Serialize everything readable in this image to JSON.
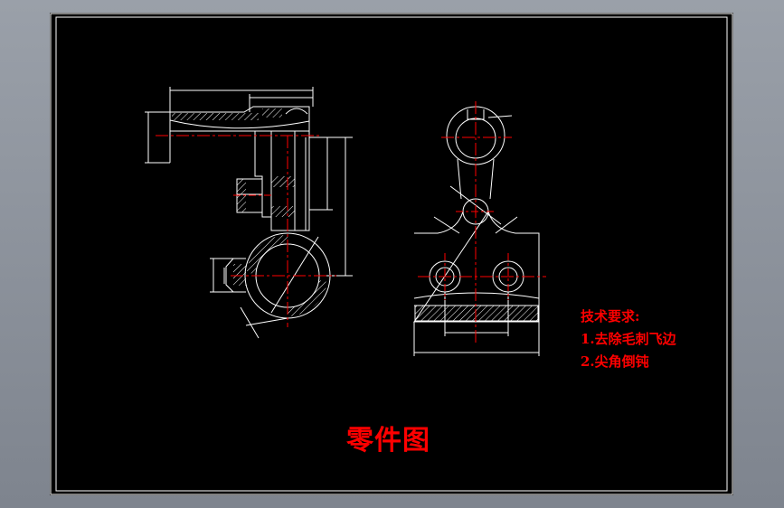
{
  "drawing": {
    "title": "零件图",
    "technical_requirements": {
      "heading": "技术要求:",
      "items": [
        "1.去除毛刺飞边",
        "2.尖角倒钝"
      ]
    }
  },
  "colors": {
    "background": "#8b919b",
    "sheet": "#000000",
    "outline": "#ffffff",
    "centerline": "#ff0000",
    "text": "#ff0000"
  }
}
